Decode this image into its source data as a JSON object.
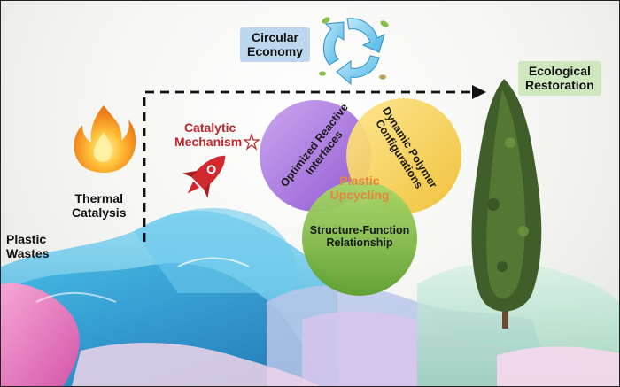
{
  "title_box": {
    "line1": "Circular",
    "line2": "Economy"
  },
  "target_box": {
    "line1": "Ecological",
    "line2": "Restoration"
  },
  "plastic_wastes": {
    "line1": "Plastic",
    "line2": "Wastes"
  },
  "thermal_catalysis": {
    "line1": "Thermal",
    "line2": "Catalysis"
  },
  "catalytic_mechanism": {
    "line1": "Catalytic",
    "line2": "Mechanism"
  },
  "venn": {
    "left": {
      "line1": "Optimized Reactive",
      "line2": "Interfaces"
    },
    "right": {
      "line1": "Dynamic Polymer",
      "line2": "Configurations"
    },
    "bottom": {
      "line1": "Structure-Function",
      "line2": "Relationship"
    },
    "center": {
      "line1": "Plastic",
      "line2": "Upcycling"
    }
  },
  "colors": {
    "venn_left": "#a06ad8",
    "venn_right": "#f4cf4a",
    "venn_bottom": "#77b53b",
    "center_text": "#e7843a",
    "mechanism_text": "#c0262b",
    "circular_box": "#bcd7ee",
    "restoration_box": "#cfe8bf",
    "arrow": "#111111"
  },
  "icons": [
    "fire-icon",
    "rocket-icon",
    "recycle-icon",
    "star-icon",
    "tree-icon",
    "plastic-waves"
  ]
}
